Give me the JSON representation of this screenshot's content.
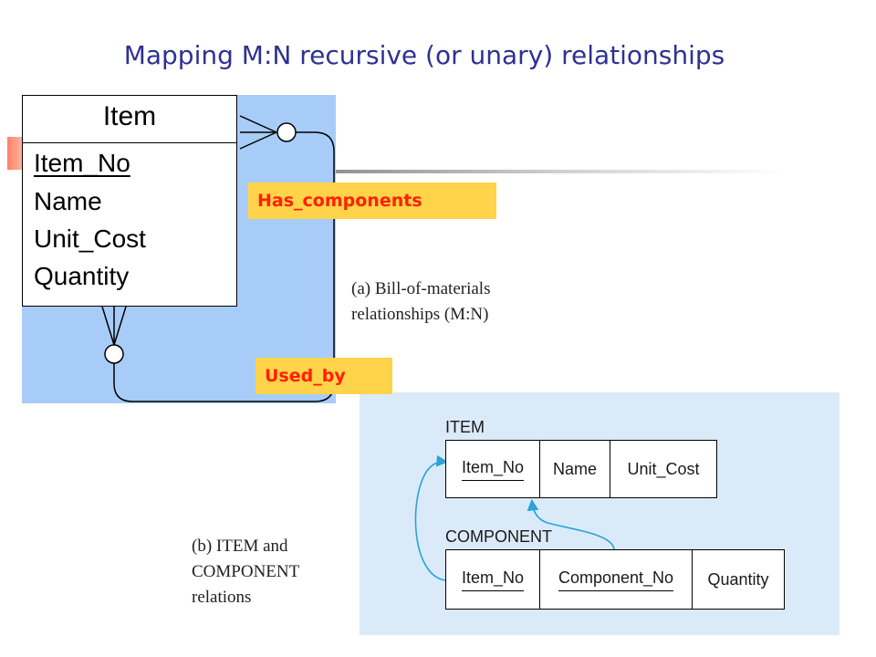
{
  "title": "Mapping M:N recursive (or unary) relationships",
  "diagram_a": {
    "entity": {
      "name": "Item",
      "attributes": [
        "Item_No",
        "Name",
        "Unit_Cost",
        "Quantity"
      ],
      "primary_key": "Item_No"
    },
    "relationships": [
      {
        "label": "Has_components"
      },
      {
        "label": "Used_by"
      }
    ],
    "caption": [
      "(a) Bill-of-materials",
      "relationships (M:N)"
    ]
  },
  "diagram_b": {
    "relations": [
      {
        "name": "ITEM",
        "columns": [
          "Item_No",
          "Name",
          "Unit_Cost"
        ],
        "primary_key": [
          "Item_No"
        ]
      },
      {
        "name": "COMPONENT",
        "columns": [
          "Item_No",
          "Component_No",
          "Quantity"
        ],
        "primary_key": [
          "Item_No",
          "Component_No"
        ]
      }
    ],
    "foreign_keys": [
      {
        "from": "COMPONENT.Item_No",
        "to": "ITEM.Item_No"
      },
      {
        "from": "COMPONENT.Component_No",
        "to": "ITEM.Item_No"
      }
    ],
    "caption": [
      "(b) ITEM and",
      "COMPONENT",
      "relations"
    ]
  },
  "colors": {
    "title": "#2e3192",
    "panel_a": "#a7ccf7",
    "panel_b": "#dbeaf8",
    "relationship_label_bg": "#ffd34a",
    "relationship_label_text": "#ff2000",
    "arrow": "#2aa3d8"
  }
}
